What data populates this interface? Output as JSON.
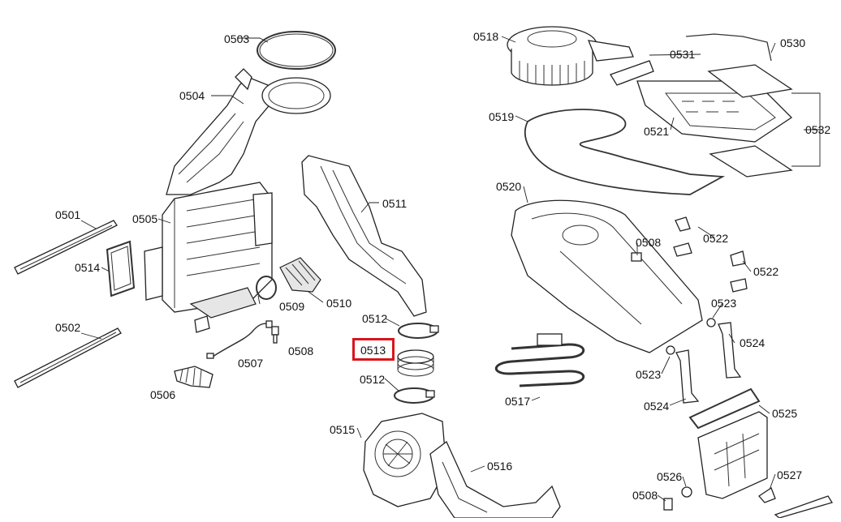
{
  "diagram": {
    "labels": {
      "p0501": "0501",
      "p0502": "0502",
      "p0503": "0503",
      "p0504": "0504",
      "p0505": "0505",
      "p0506": "0506",
      "p0507": "0507",
      "p0508_a": "0508",
      "p0508_b": "0508",
      "p0508_c": "0508",
      "p0509": "0509",
      "p0510": "0510",
      "p0511": "0511",
      "p0512_a": "0512",
      "p0512_b": "0512",
      "p0513": "0513",
      "p0514": "0514",
      "p0515": "0515",
      "p0516": "0516",
      "p0517": "0517",
      "p0518": "0518",
      "p0519": "0519",
      "p0520": "0520",
      "p0521": "0521",
      "p0522_a": "0522",
      "p0522_b": "0522",
      "p0523_a": "0523",
      "p0523_b": "0523",
      "p0524_a": "0524",
      "p0524_b": "0524",
      "p0525": "0525",
      "p0526": "0526",
      "p0527": "0527",
      "p0530": "0530",
      "p0531": "0531",
      "p0532": "0532"
    },
    "highlighted_part": "0513",
    "highlight_color": "#d9151b"
  }
}
